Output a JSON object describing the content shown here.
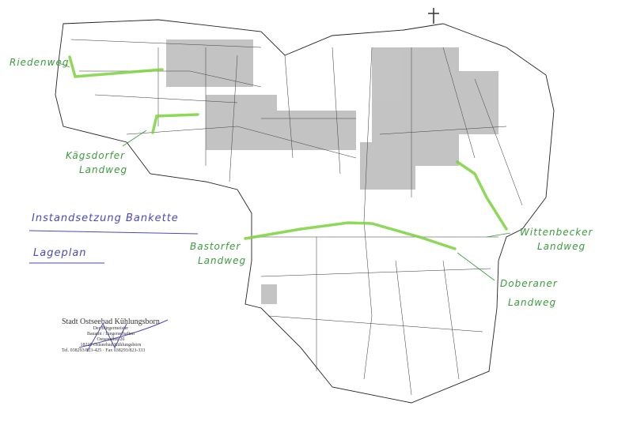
{
  "title": {
    "line1": "Instandsetzung Bankette",
    "line2": "Lageplan"
  },
  "road_labels": {
    "riedenweg": "Riedenweg",
    "kaegsdorfer": [
      "Kägsdorfer",
      "Landweg"
    ],
    "bastorfer": [
      "Bastorfer",
      "Landweg"
    ],
    "wittenbecker": [
      "Wittenbecker",
      "Landweg"
    ],
    "doberaner": [
      "Doberaner",
      "Landweg"
    ]
  },
  "stamp": {
    "name": "Stadt Ostseebad Kühlungsborn",
    "lines": [
      "Der Bürgermeister",
      "Bauamt / Liegenschaften",
      "Ostseeallee 20",
      "18225 Ostseebad Kühlungsborn"
    ],
    "contact": "Tel. 038293/823-425 · Fax 038293/823-333"
  },
  "colors": {
    "highlight": "#7ad23a",
    "handwriting_green": "#3c9a3c",
    "handwriting_blue": "#4a4ab8"
  }
}
